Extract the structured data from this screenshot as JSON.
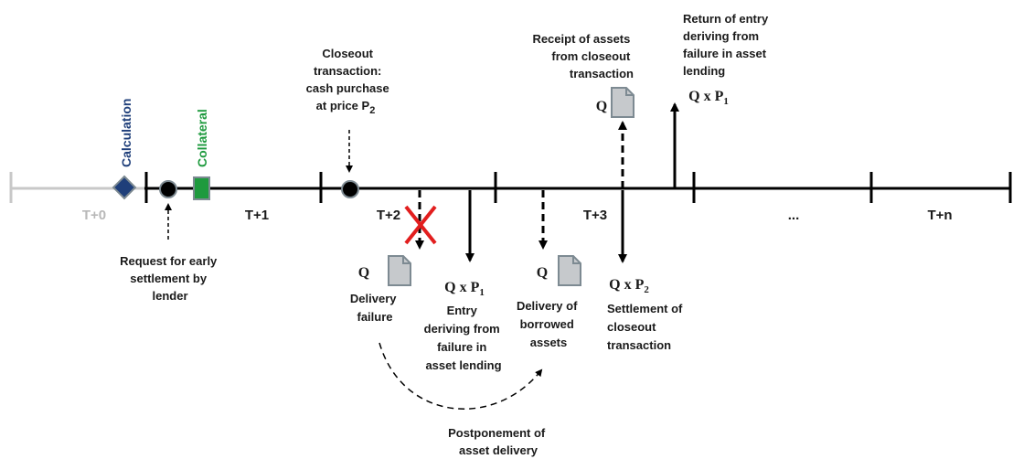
{
  "colors": {
    "main_line": "#000000",
    "t0_line": "#c8c8c8",
    "t0_text": "#b8b8b8",
    "calculation": "#1f3f7a",
    "collateral": "#1e9a3e",
    "doc_fill": "#c6c9cc",
    "doc_stroke": "#7d8a92",
    "cross": "#e21e1e"
  },
  "periods": {
    "t0": "T+0",
    "t1": "T+1",
    "t2": "T+2",
    "t3": "T+3",
    "dots": "...",
    "tn": "T+n"
  },
  "markers": {
    "calculation": "Calculation",
    "collateral": "Collateral"
  },
  "labels": {
    "request": [
      "Request for early",
      "settlement by",
      "lender"
    ],
    "closeout": [
      "Closeout",
      "transaction:",
      "cash purchase",
      "at price P"
    ],
    "closeout_sub": "2",
    "receipt": [
      "Receipt of assets",
      "from closeout",
      "transaction"
    ],
    "return": [
      "Return of entry",
      "deriving from",
      "failure in asset",
      "lending"
    ],
    "delivery_failure": [
      "Delivery",
      "failure"
    ],
    "entry": [
      "Entry",
      "deriving from",
      "failure in",
      "asset lending"
    ],
    "delivery_borrowed": [
      "Delivery of",
      "borrowed",
      "assets"
    ],
    "settlement": [
      "Settlement of",
      "closeout",
      "transaction"
    ],
    "postponement": [
      "Postponement of",
      "asset delivery"
    ]
  },
  "quantities": {
    "q": "Q",
    "qp1": "Q x P",
    "qp1_sub": "1",
    "qp2": "Q x P",
    "qp2_sub": "2"
  }
}
